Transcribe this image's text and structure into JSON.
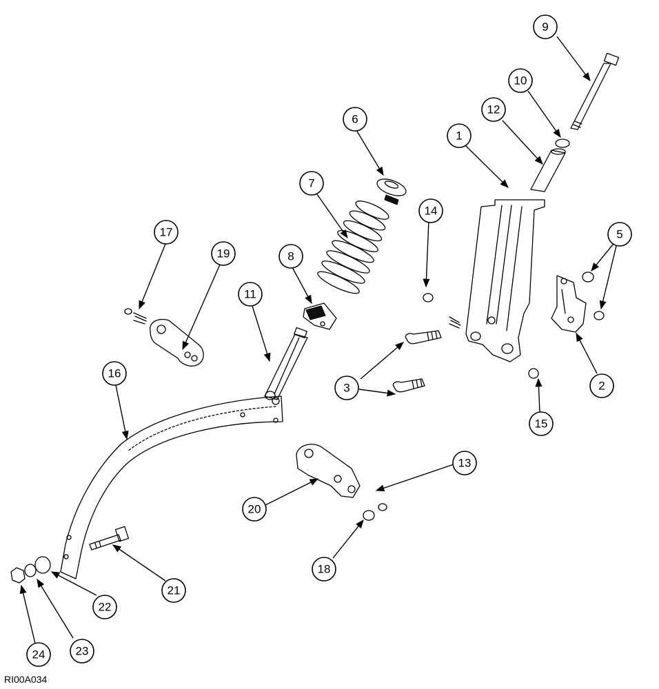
{
  "figure_id": "RI00A034",
  "callouts": [
    "1",
    "2",
    "3",
    "3",
    "5",
    "5",
    "6",
    "7",
    "8",
    "9",
    "10",
    "11",
    "12",
    "13",
    "14",
    "15",
    "16",
    "17",
    "18",
    "19",
    "20",
    "21",
    "22",
    "23",
    "24"
  ]
}
